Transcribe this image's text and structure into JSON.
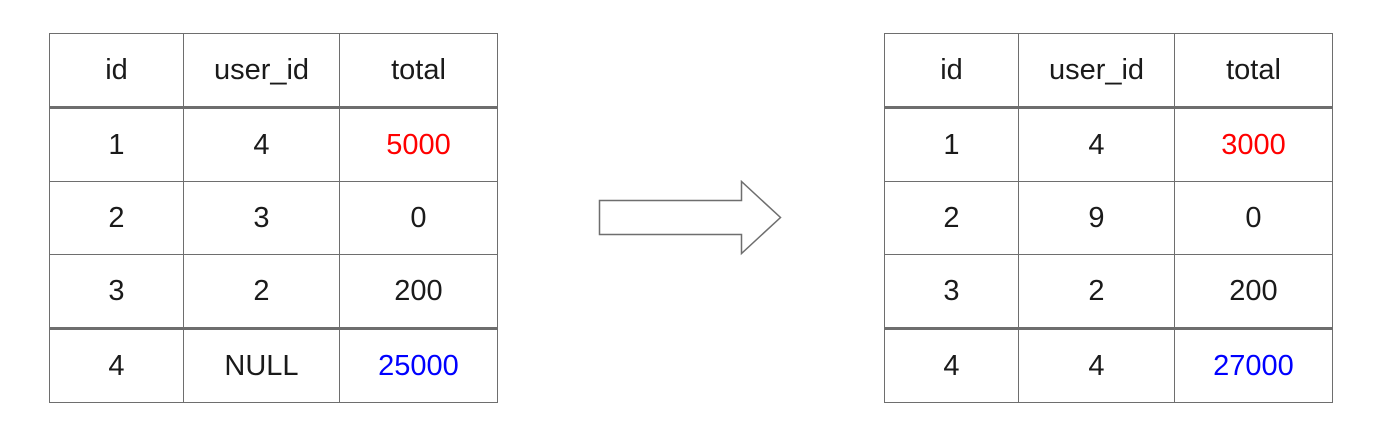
{
  "before": {
    "headers": [
      "id",
      "user_id",
      "total"
    ],
    "rows": [
      [
        "1",
        "4",
        "5000"
      ],
      [
        "2",
        "3",
        "0"
      ],
      [
        "3",
        "2",
        "200"
      ],
      [
        "4",
        "NULL",
        "25000"
      ]
    ]
  },
  "after": {
    "headers": [
      "id",
      "user_id",
      "total"
    ],
    "rows": [
      [
        "1",
        "4",
        "3000"
      ],
      [
        "2",
        "9",
        "0"
      ],
      [
        "3",
        "2",
        "200"
      ],
      [
        "4",
        "4",
        "27000"
      ]
    ]
  },
  "colors": {
    "highlight_red": "#ff0000",
    "highlight_blue": "#0000ff",
    "border": "#6e6e6e"
  },
  "arrow": {
    "icon": "right-arrow-icon"
  }
}
